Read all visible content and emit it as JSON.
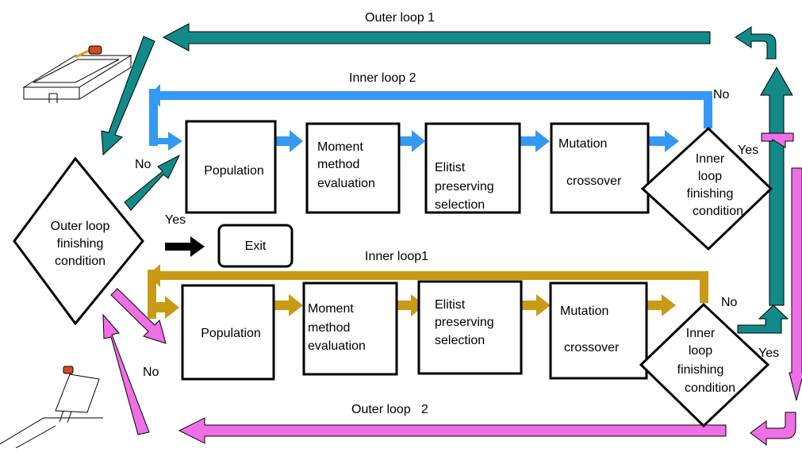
{
  "colors": {
    "teal": "#138a8a",
    "blue": "#3399f3",
    "gold": "#c99a16",
    "pink": "#ef6fe6",
    "black": "#000000",
    "white": "#ffffff"
  },
  "loops": {
    "outer1": "Outer loop 1",
    "outer2": "Outer loop   2",
    "inner2": "Inner loop 2",
    "inner1": "Inner loop1"
  },
  "outer_condition": [
    "Outer loop",
    "finishing",
    "condition"
  ],
  "exit_label": "Exit",
  "inner_condition": [
    "Inner",
    "loop",
    "finishing",
    "condition"
  ],
  "top_row": {
    "population": [
      "Population"
    ],
    "moment": [
      "Moment",
      "method",
      "evaluation"
    ],
    "elitist": [
      "Elitist",
      "preserving",
      "selection"
    ],
    "mutation": [
      "Mutation",
      "crossover"
    ]
  },
  "bottom_row": {
    "population": [
      "Population"
    ],
    "moment": [
      "Moment",
      "method",
      "evaluation"
    ],
    "elitist": [
      "Elitist",
      "preserving",
      "selection"
    ],
    "mutation": [
      "Mutation",
      "crossover"
    ]
  },
  "labels": {
    "no_top_left": "No",
    "yes_exit": "Yes",
    "no_bottom_left": "No",
    "no_top_right": "No",
    "yes_top_right": "Yes",
    "no_bottom_right": "No",
    "yes_bottom_right": "Yes"
  },
  "icons": [
    "flat-panel-antenna-icon",
    "tilted-panel-antenna-icon"
  ]
}
